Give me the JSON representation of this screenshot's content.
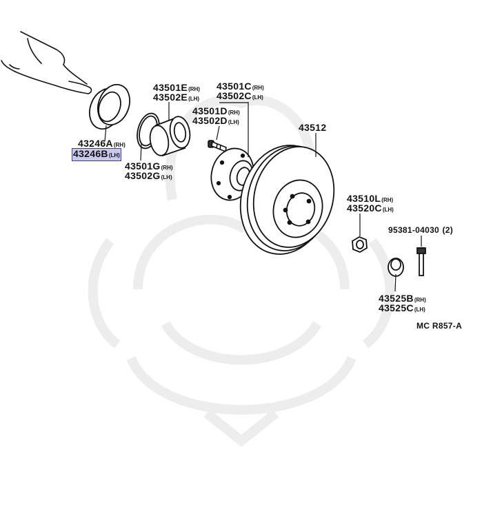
{
  "diagram": {
    "ref_code": "MC R857-A",
    "highlight_color": "#c9c9ee",
    "labels": {
      "p43246a": {
        "num": "43246A",
        "sfx": "(RH)"
      },
      "p43246b": {
        "num": "43246B",
        "sfx": "(LH)"
      },
      "p43501e": {
        "num": "43501E",
        "sfx": "(RH)"
      },
      "p43502e": {
        "num": "43502E",
        "sfx": "(LH)"
      },
      "p43501c": {
        "num": "43501C",
        "sfx": "(RH)"
      },
      "p43502c": {
        "num": "43502C",
        "sfx": "(LH)"
      },
      "p43501d": {
        "num": "43501D",
        "sfx": "(RH)"
      },
      "p43502d": {
        "num": "43502D",
        "sfx": "(LH)"
      },
      "p43501g": {
        "num": "43501G",
        "sfx": "(RH)"
      },
      "p43502g": {
        "num": "43502G",
        "sfx": "(LH)"
      },
      "p43512": {
        "num": "43512"
      },
      "p43510l": {
        "num": "43510L",
        "sfx": "(RH)"
      },
      "p43520c": {
        "num": "43520C",
        "sfx": "(LH)"
      },
      "p95381": {
        "num": "95381-04030",
        "qty": "(2)"
      },
      "p43525b": {
        "num": "43525B",
        "sfx": "(RH)"
      },
      "p43525c": {
        "num": "43525C",
        "sfx": "(LH)"
      }
    }
  }
}
